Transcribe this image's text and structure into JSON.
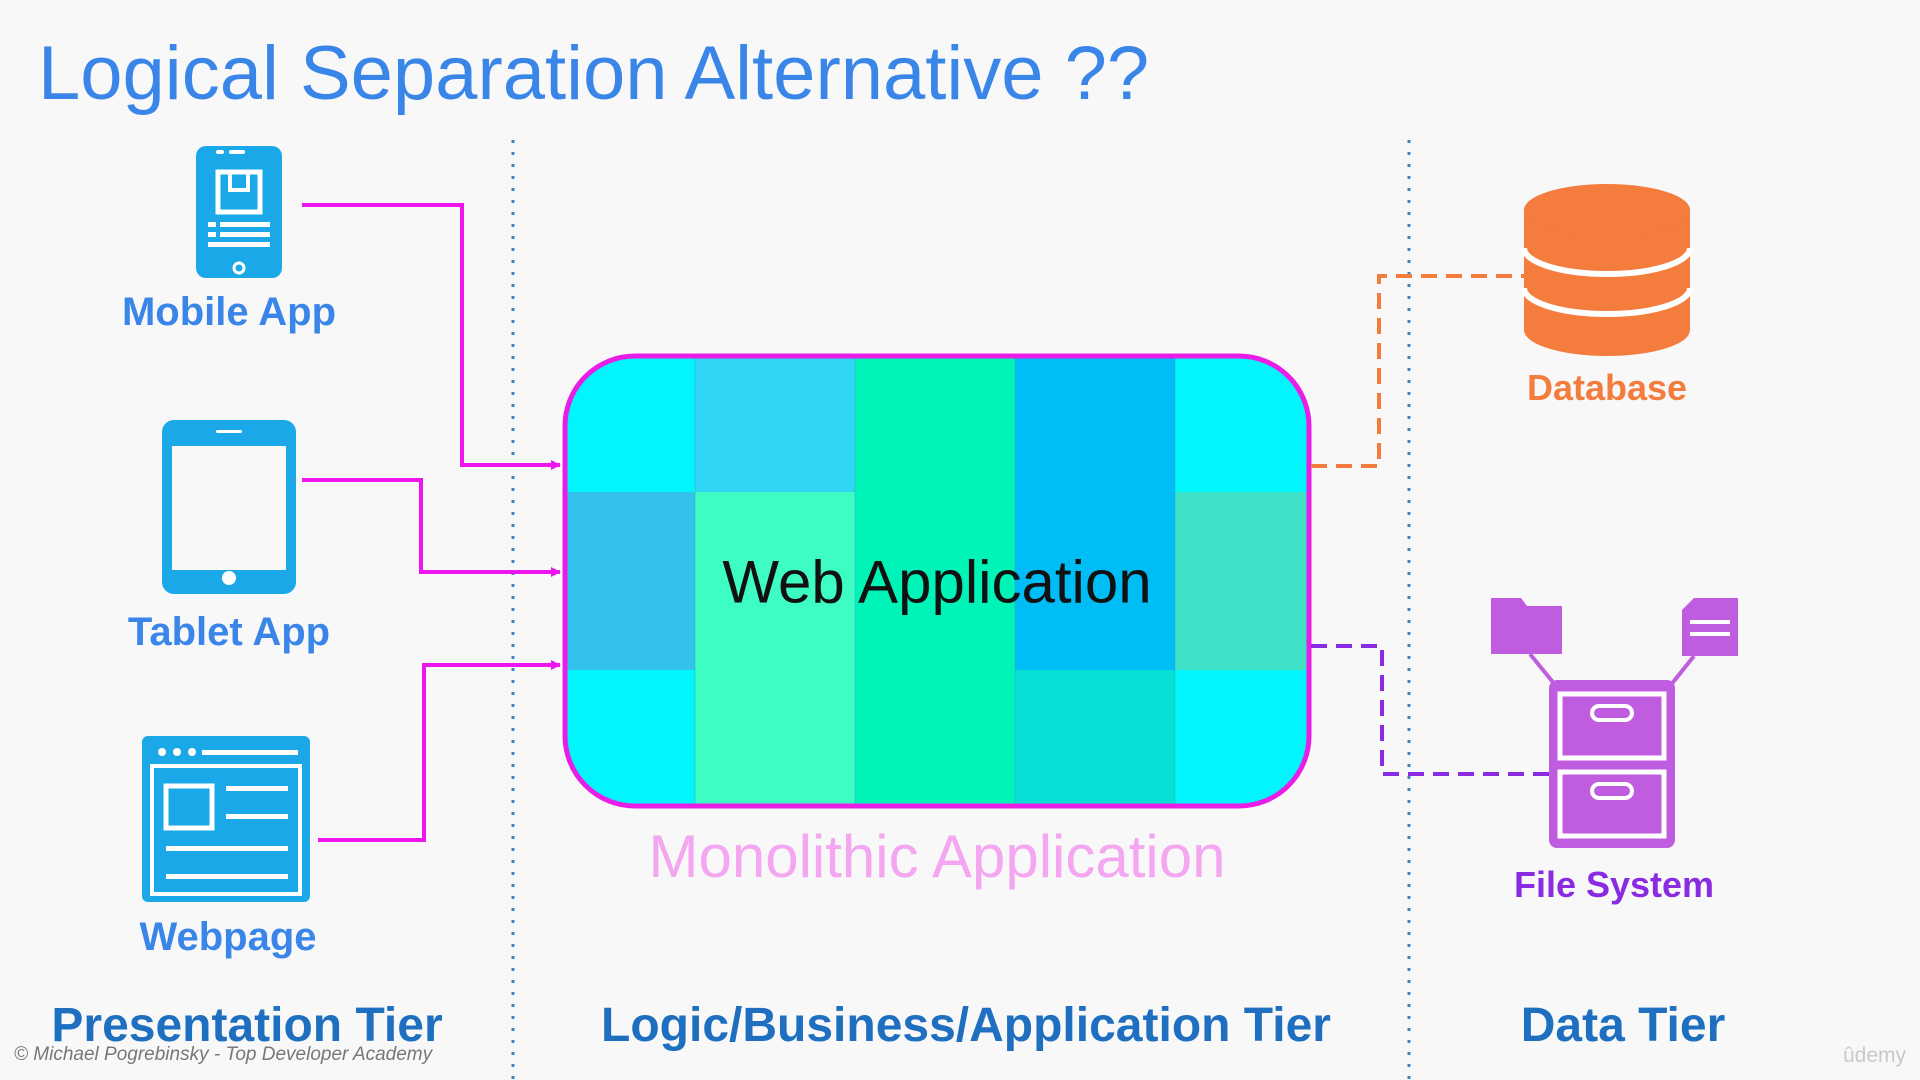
{
  "title": "Logical Separation Alternative ??",
  "clients": {
    "mobile": "Mobile App",
    "tablet": "Tablet App",
    "webpage": "Webpage"
  },
  "app": {
    "box_label": "Web Application",
    "caption": "Monolithic Application"
  },
  "data_stores": {
    "database": "Database",
    "file_system": "File System"
  },
  "tiers": {
    "presentation": "Presentation Tier",
    "logic": "Logic/Business/Application Tier",
    "data": "Data Tier"
  },
  "footer": {
    "copyright": "© Michael Pogrebinsky - Top Developer Academy",
    "brand": "ûdemy"
  },
  "colors": {
    "title": "#3a86e8",
    "client_label": "#3a86e8",
    "tier_label": "#1e6fbf",
    "client_arrow": "#ee16ee",
    "database": "#f47c3c",
    "file_system": "#c05ce0",
    "file_system_label": "#8a2be2",
    "box_border": "#e81ee6"
  }
}
